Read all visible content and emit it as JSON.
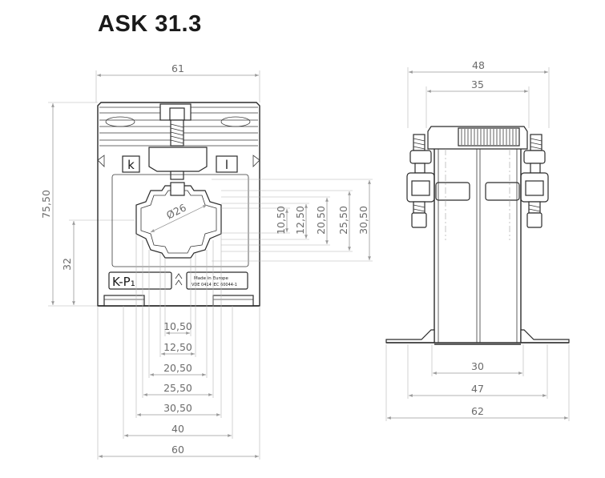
{
  "title": "ASK 31.3",
  "front_view": {
    "width_top": "61",
    "width_bottom": "60",
    "height_total": "75,50",
    "height_center": "32",
    "diameter": "Ø26",
    "terminal_k": "k",
    "terminal_l": "l",
    "marking_left": "K-P₁",
    "label_line1": "Made in Europe",
    "label_line2": "VDE 0414  IEC 60044-1",
    "busbar_heights": [
      "10,50",
      "12,50",
      "20,50",
      "25,50",
      "30,50"
    ],
    "busbar_widths": [
      "10,50",
      "12,50",
      "20,50",
      "25,50",
      "30,50",
      "40"
    ]
  },
  "side_view": {
    "width_top": "48",
    "width_inner": "35",
    "base_30": "30",
    "base_47": "47",
    "base_62": "62"
  }
}
